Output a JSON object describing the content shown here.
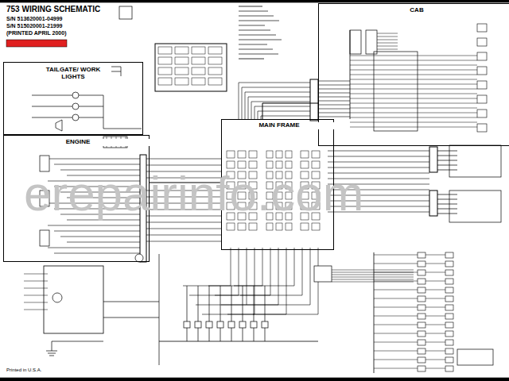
{
  "diagram": {
    "title": "753 WIRING SCHEMATIC",
    "nodes": [
      {
        "text": [
          "TAILGATE/ WORK LIGHTS"
        ]
      },
      {
        "text": [
          "ENGINE"
        ]
      },
      {
        "text": [
          "MAIN FRAME"
        ]
      },
      {
        "text": [
          "CAB"
        ]
      }
    ],
    "edges": [
      {
        "from": 1,
        "to": 2,
        "arrow": "none"
      },
      {
        "from": 3,
        "to": 2,
        "arrow": "none"
      }
    ],
    "labels": [
      "S/N 513620001-04999",
      "S/N 515020001-21999",
      "(PRINTED APRIL 2000)",
      "erepairinfo.com",
      "Printed in U.S.A."
    ]
  }
}
